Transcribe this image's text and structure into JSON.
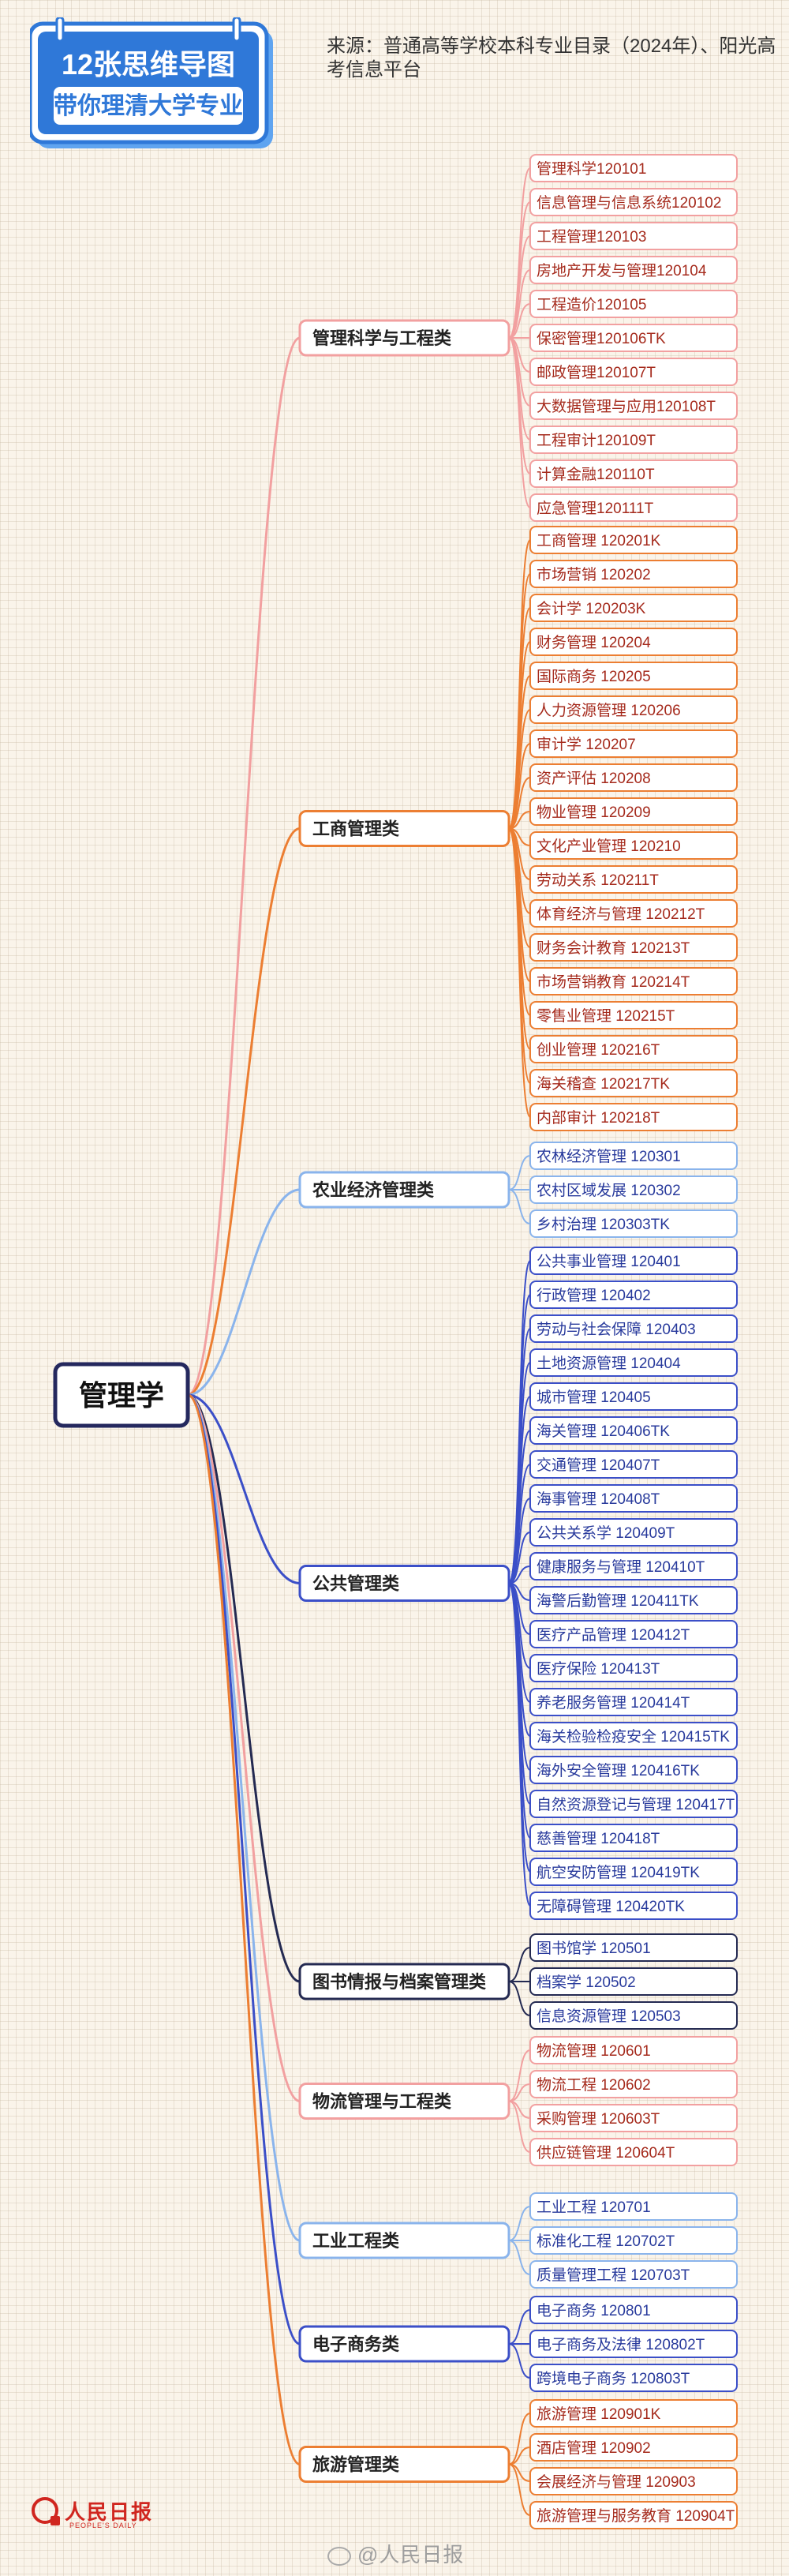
{
  "title_card": {
    "line1": "12张思维导图",
    "line2": "带你理清大学专业"
  },
  "source_note": "来源：普通高等学校本科专业目录（2024年）、阳光高考信息平台",
  "root": {
    "label": "管理学"
  },
  "categories": [
    {
      "name": "管理科学与工程类",
      "color": "#f2a0a0",
      "majors": [
        "管理科学120101",
        "信息管理与信息系统120102",
        "工程管理120103",
        "房地产开发与管理120104",
        "工程造价120105",
        "保密管理120106TK",
        "邮政管理120107T",
        "大数据管理与应用120108T",
        "工程审计120109T",
        "计算金融120110T",
        "应急管理120111T"
      ]
    },
    {
      "name": "工商管理类",
      "color": "#ec7e32",
      "majors": [
        "工商管理 120201K",
        "市场营销 120202",
        "会计学 120203K",
        "财务管理 120204",
        "国际商务 120205",
        "人力资源管理 120206",
        "审计学 120207",
        "资产评估 120208",
        "物业管理 120209",
        "文化产业管理 120210",
        "劳动关系 120211T",
        "体育经济与管理 120212T",
        "财务会计教育 120213T",
        "市场营销教育 120214T",
        "零售业管理 120215T",
        "创业管理 120216T",
        "海关稽查 120217TK",
        "内部审计 120218T"
      ]
    },
    {
      "name": "农业经济管理类",
      "color": "#8ab4ec",
      "majors": [
        "农林经济管理 120301",
        "农村区域发展 120302",
        "乡村治理 120303TK"
      ]
    },
    {
      "name": "公共管理类",
      "color": "#3b4fc8",
      "majors": [
        "公共事业管理 120401",
        "行政管理 120402",
        "劳动与社会保障 120403",
        "土地资源管理 120404",
        "城市管理 120405",
        "海关管理 120406TK",
        "交通管理 120407T",
        "海事管理 120408T",
        "公共关系学 120409T",
        "健康服务与管理 120410T",
        "海警后勤管理 120411TK",
        "医疗产品管理 120412T",
        "医疗保险 120413T",
        "养老服务管理 120414T",
        "海关检验检疫安全 120415TK",
        "海外安全管理 120416TK",
        "自然资源登记与管理 120417T",
        "慈善管理 120418T",
        "航空安防管理 120419TK",
        "无障碍管理 120420TK"
      ]
    },
    {
      "name": "图书情报与档案管理类",
      "color": "#242a52",
      "majors": [
        "图书馆学 120501",
        "档案学 120502",
        "信息资源管理 120503"
      ]
    },
    {
      "name": "物流管理与工程类",
      "color": "#f2a0a0",
      "majors": [
        "物流管理 120601",
        "物流工程 120602",
        "采购管理 120603T",
        "供应链管理 120604T"
      ]
    },
    {
      "name": "工业工程类",
      "color": "#8ab4ec",
      "majors": [
        "工业工程 120701",
        "标准化工程 120702T",
        "质量管理工程 120703T"
      ]
    },
    {
      "name": "电子商务类",
      "color": "#3b4fc8",
      "majors": [
        "电子商务 120801",
        "电子商务及法律 120802T",
        "跨境电子商务 120803T"
      ]
    },
    {
      "name": "旅游管理类",
      "color": "#ec7e32",
      "majors": [
        "旅游管理 120901K",
        "酒店管理 120902",
        "会展经济与管理 120903",
        "旅游管理与服务教育 120904T"
      ]
    }
  ],
  "footer": {
    "logo_text": "人民日报",
    "logo_sub": "PEOPLE'S DAILY",
    "watermark": "@人民日报"
  },
  "colors": {
    "title_blue": "#2f78d8",
    "root_border": "#24285e",
    "text_red": "#a52a1c",
    "text_blue": "#283a9c",
    "background": "#faf4ea"
  }
}
